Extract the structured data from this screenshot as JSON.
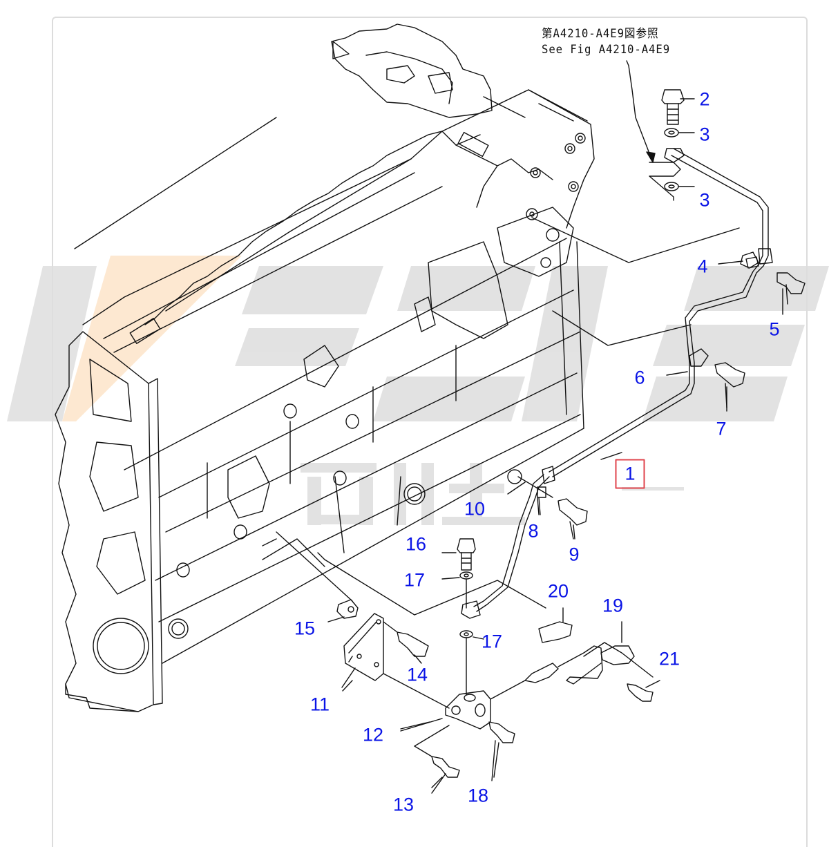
{
  "diagram": {
    "reference_note": {
      "line1": "第A4210-A4E9図参照",
      "line2": "See Fig A4210-A4E9"
    },
    "selected_part": "1",
    "colors": {
      "callout_text": "#0a14e6",
      "selected_border": "#e0444c",
      "line_art": "#111111",
      "watermark_gray": "#d9d9d9",
      "watermark_orange": "#fde6cc"
    },
    "watermark_text": "KESZE 可世正",
    "callouts": [
      {
        "id": "1",
        "label": "1"
      },
      {
        "id": "2",
        "label": "2"
      },
      {
        "id": "3a",
        "label": "3"
      },
      {
        "id": "3b",
        "label": "3"
      },
      {
        "id": "4",
        "label": "4"
      },
      {
        "id": "5",
        "label": "5"
      },
      {
        "id": "6",
        "label": "6"
      },
      {
        "id": "7",
        "label": "7"
      },
      {
        "id": "8",
        "label": "8"
      },
      {
        "id": "9",
        "label": "9"
      },
      {
        "id": "10",
        "label": "10"
      },
      {
        "id": "11",
        "label": "11"
      },
      {
        "id": "12",
        "label": "12"
      },
      {
        "id": "13",
        "label": "13"
      },
      {
        "id": "14",
        "label": "14"
      },
      {
        "id": "15",
        "label": "15"
      },
      {
        "id": "16",
        "label": "16"
      },
      {
        "id": "17a",
        "label": "17"
      },
      {
        "id": "17b",
        "label": "17"
      },
      {
        "id": "18",
        "label": "18"
      },
      {
        "id": "19",
        "label": "19"
      },
      {
        "id": "20",
        "label": "20"
      },
      {
        "id": "21",
        "label": "21"
      }
    ]
  }
}
